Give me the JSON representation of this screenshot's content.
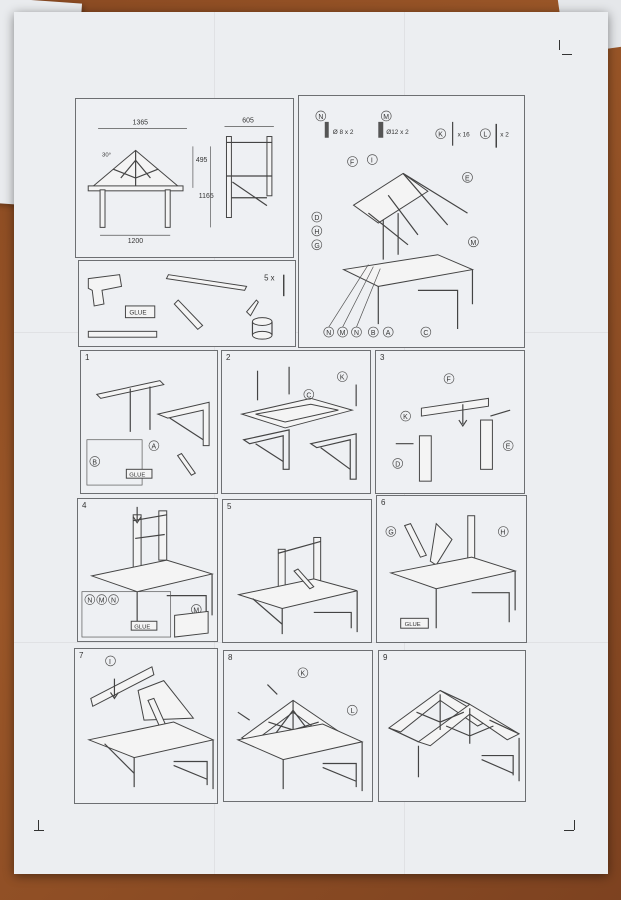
{
  "dimensions": {
    "width_top": "1365",
    "width_bottom": "1200",
    "roof_height": "495",
    "total_height": "1165",
    "depth": "605",
    "angle": "30°"
  },
  "parts": {
    "n_label": "N",
    "n_spec": "Ø 8 x 2",
    "m_label": "M",
    "m_spec": "Ø12 x 2",
    "k_label": "K",
    "k_spec": "x 16",
    "l_label": "L",
    "l_spec": "x 2",
    "callouts": [
      "F",
      "I",
      "E",
      "D",
      "H",
      "G",
      "M",
      "N",
      "M",
      "N",
      "B",
      "A",
      "C"
    ]
  },
  "tools": {
    "screws_count": "5 x",
    "glue_label": "GLUE"
  },
  "steps": {
    "s1": {
      "num": "1",
      "callouts": [
        "A",
        "B"
      ],
      "glue": "GLUE"
    },
    "s2": {
      "num": "2",
      "callouts": [
        "C",
        "K"
      ]
    },
    "s3": {
      "num": "3",
      "callouts": [
        "F",
        "K",
        "D",
        "E"
      ]
    },
    "s4": {
      "num": "4",
      "callouts": [
        "N",
        "M",
        "N",
        "M"
      ],
      "glue": "GLUE"
    },
    "s5": {
      "num": "5"
    },
    "s6": {
      "num": "6",
      "callouts": [
        "G",
        "H"
      ],
      "glue": "GLUE"
    },
    "s7": {
      "num": "7",
      "callouts": [
        "I"
      ]
    },
    "s8": {
      "num": "8",
      "callouts": [
        "K",
        "L"
      ]
    },
    "s9": {
      "num": "9"
    }
  }
}
